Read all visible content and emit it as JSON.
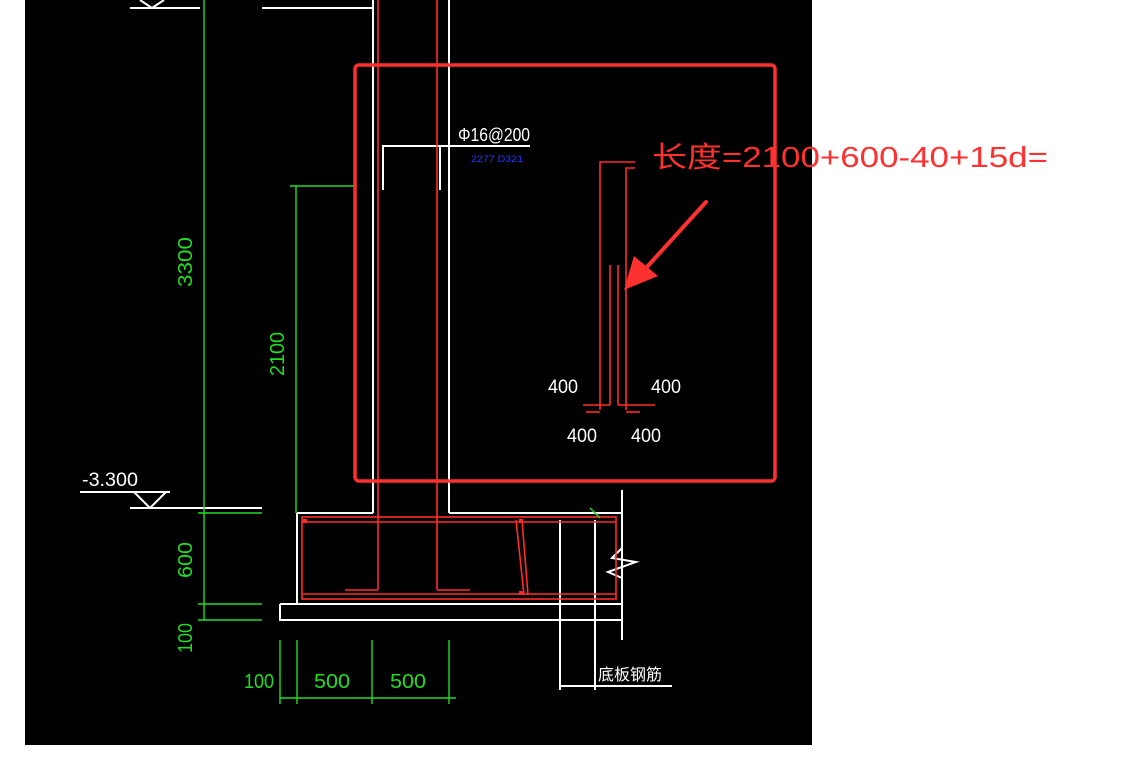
{
  "drawing": {
    "background": "#000000",
    "colors": {
      "outline": "#ffffff",
      "rebar": "#ff2a2a",
      "dimension": "#22dd22",
      "note_blue": "#1f3bff",
      "highlight": "#ff3030"
    },
    "dimensions": {
      "total_height": "3300",
      "wall_height": "2100",
      "base_thickness": "600",
      "cushion": "100",
      "bottom_offset": "100",
      "span_left": "500",
      "span_right": "500"
    },
    "elevation": "-3.300",
    "rebar_spec": "Φ16@200",
    "rebar_spec_sub": "2277 D321",
    "anchor_top_left": "400",
    "anchor_top_right": "400",
    "anchor_bottom_left": "400",
    "anchor_bottom_right": "400",
    "bottom_label": "底板钢筋"
  },
  "annotation": {
    "formula": "长度=2100+600-40+15d=",
    "arrow_icon": "arrow-pointer-icon"
  }
}
